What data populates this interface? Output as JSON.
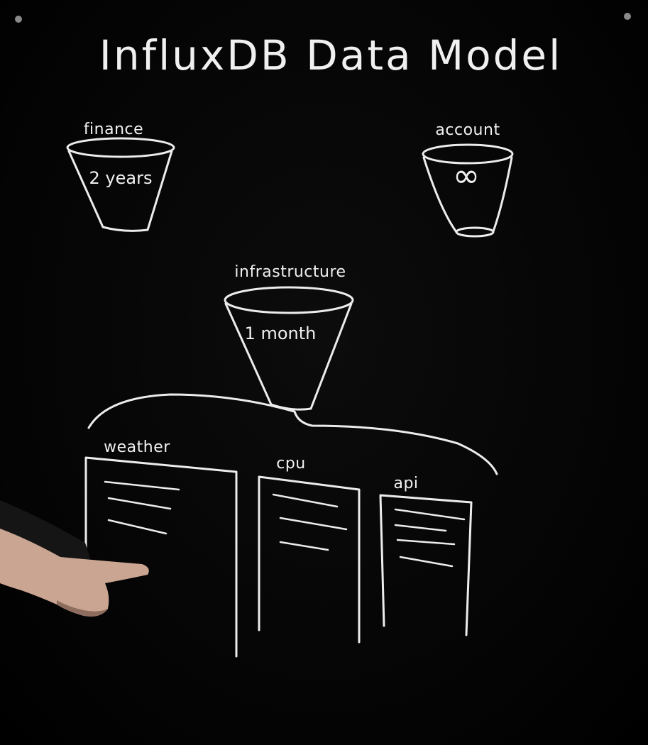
{
  "title": "InfluxDB Data Model",
  "buckets": [
    {
      "name": "finance",
      "retention": "2 years"
    },
    {
      "name": "account",
      "retention": "∞"
    },
    {
      "name": "infrastructure",
      "retention": "1 month"
    }
  ],
  "measurements": [
    {
      "name": "weather",
      "line_count": 3
    },
    {
      "name": "cpu",
      "line_count": 3
    },
    {
      "name": "api",
      "line_count": 4
    }
  ],
  "colors": {
    "board": "#050505",
    "chalk": "#ececec"
  }
}
